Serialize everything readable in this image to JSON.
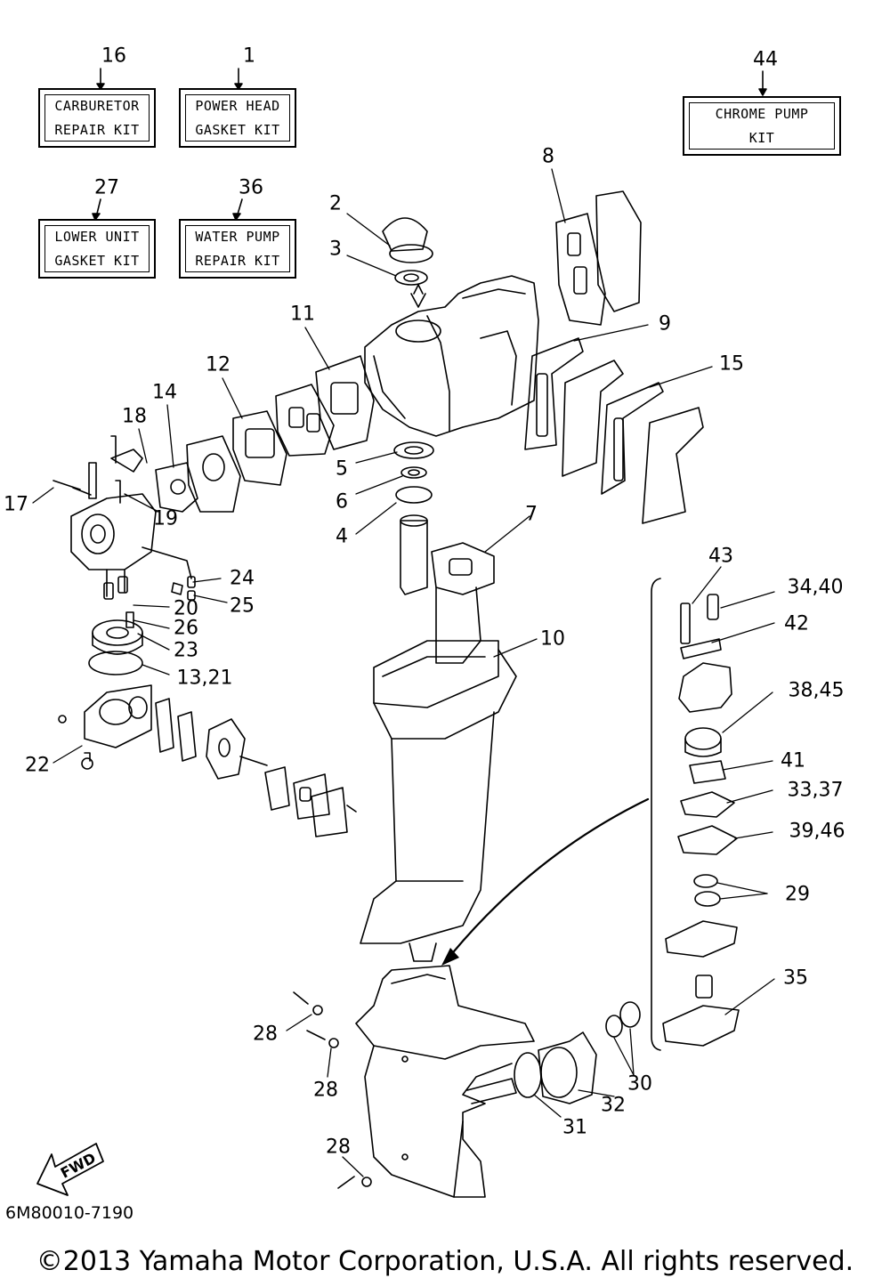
{
  "kits": [
    {
      "number": "16",
      "line1": "CARBURETOR",
      "line2": "REPAIR KIT"
    },
    {
      "number": "1",
      "line1": "POWER HEAD",
      "line2": "GASKET KIT"
    },
    {
      "number": "27",
      "line1": "LOWER UNIT",
      "line2": "GASKET KIT"
    },
    {
      "number": "36",
      "line1": "WATER PUMP",
      "line2": "REPAIR KIT"
    },
    {
      "number": "44",
      "line1": "CHROME PUMP",
      "line2": "KIT"
    }
  ],
  "callouts": {
    "c2": "2",
    "c3": "3",
    "c8": "8",
    "c9": "9",
    "c11": "11",
    "c12": "12",
    "c14": "14",
    "c15": "15",
    "c18": "18",
    "c17": "17",
    "c19": "19",
    "c5": "5",
    "c6": "6",
    "c4": "4",
    "c7": "7",
    "c24": "24",
    "c25": "25",
    "c20": "20",
    "c26": "26",
    "c23": "23",
    "c13_21": "13,21",
    "c10": "10",
    "c22": "22",
    "c43": "43",
    "c34_40": "34,40",
    "c42": "42",
    "c38_45": "38,45",
    "c41": "41",
    "c33_37": "33,37",
    "c39_46": "39,46",
    "c29": "29",
    "c35": "35",
    "c28a": "28",
    "c28b": "28",
    "c28c": "28",
    "c30": "30",
    "c32": "32",
    "c31": "31"
  },
  "fwd_label": "FWD",
  "diagram_code": "6M80010-7190",
  "copyright": "©2013 Yamaha Motor Corporation, U.S.A. All rights reserved."
}
